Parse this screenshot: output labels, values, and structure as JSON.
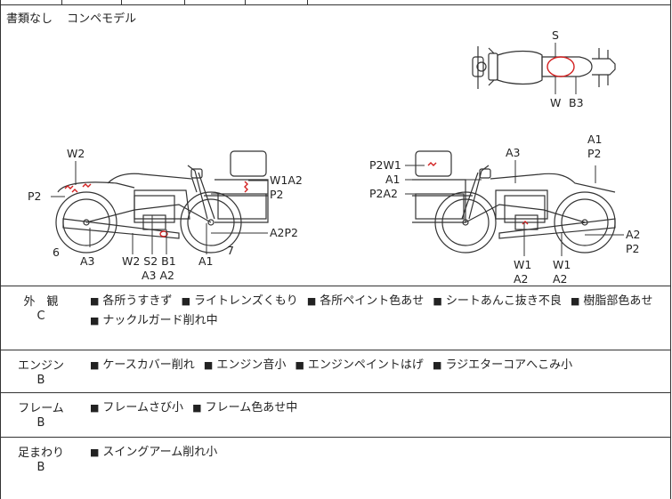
{
  "header": {
    "note_left": "書類なし",
    "note_right": "コンペモデル"
  },
  "top_labels": {
    "s": "S",
    "w": "W",
    "b3": "B3"
  },
  "left_labels": {
    "w2": "W2",
    "p2_left": "P2",
    "w1a2": "W1A2",
    "p2_right": "P2",
    "a2p2": "A2P2",
    "six": "6",
    "seven": "7",
    "a3": "A3",
    "w2s2b1": "W2 S2 B1",
    "a3a2": "A3 A2",
    "a1": "A1"
  },
  "right_labels": {
    "p2w1": "P2W1",
    "a1": "A1",
    "p2a2": "P2A2",
    "a3": "A3",
    "a1_top": "A1",
    "p2_top": "P2",
    "a2": "A2",
    "p2": "P2",
    "w1a2_left_top": "W1",
    "w1a2_left_bot": "A2",
    "w1a2_right_top": "W1",
    "w1a2_right_bot": "A2"
  },
  "rows": [
    {
      "category": "外　観",
      "grade": "C",
      "items": [
        "各所うすきず",
        "ライトレンズくもり",
        "各所ペイント色あせ",
        "シートあんこ抜き不良",
        "樹脂部色あせ",
        "ナックルガード削れ中"
      ]
    },
    {
      "category": "エンジン",
      "grade": "B",
      "items": [
        "ケースカバー削れ",
        "エンジン音小",
        "エンジンペイントはげ",
        "ラジエターコアへこみ小"
      ]
    },
    {
      "category": "フレーム",
      "grade": "B",
      "items": [
        "フレームさび小",
        "フレーム色あせ中"
      ]
    },
    {
      "category": "足まわり",
      "grade": "B",
      "items": [
        "スイングアーム削れ小"
      ]
    }
  ],
  "square_glyph": "■",
  "colors": {
    "line": "#333333",
    "damage": "#d22020"
  }
}
